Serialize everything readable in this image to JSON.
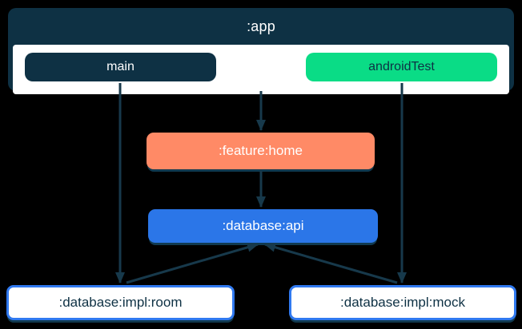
{
  "diagram": {
    "title": "Gradle module dependency diagram",
    "background_color": "#000000",
    "colors": {
      "navy": "#0E3144",
      "green": "#0ADC86",
      "orange": "#FF8A66",
      "blue": "#2B76E8",
      "outline_border_blue": "#3079F0",
      "edge_arrow": "#17394B",
      "white": "#FFFFFF"
    },
    "app": {
      "label": ":app",
      "source_sets": [
        {
          "id": "main",
          "label": "main",
          "style": "navy-filled"
        },
        {
          "id": "androidTest",
          "label": "androidTest",
          "style": "green-filled"
        }
      ]
    },
    "nodes": [
      {
        "id": "feature-home",
        "label": ":feature:home",
        "style": "orange-filled"
      },
      {
        "id": "database-api",
        "label": ":database:api",
        "style": "blue-filled"
      },
      {
        "id": "database-impl-room",
        "label": ":database:impl:room",
        "style": "white-outlined"
      },
      {
        "id": "database-impl-mock",
        "label": ":database:impl:mock",
        "style": "white-outlined"
      }
    ],
    "edges": [
      {
        "from": ":app",
        "to": ":feature:home"
      },
      {
        "from": ":feature:home",
        "to": ":database:api"
      },
      {
        "from": "main",
        "to": ":database:impl:room"
      },
      {
        "from": "androidTest",
        "to": ":database:impl:mock"
      },
      {
        "from": ":database:impl:room",
        "to": ":database:api"
      },
      {
        "from": ":database:impl:mock",
        "to": ":database:api"
      }
    ]
  }
}
